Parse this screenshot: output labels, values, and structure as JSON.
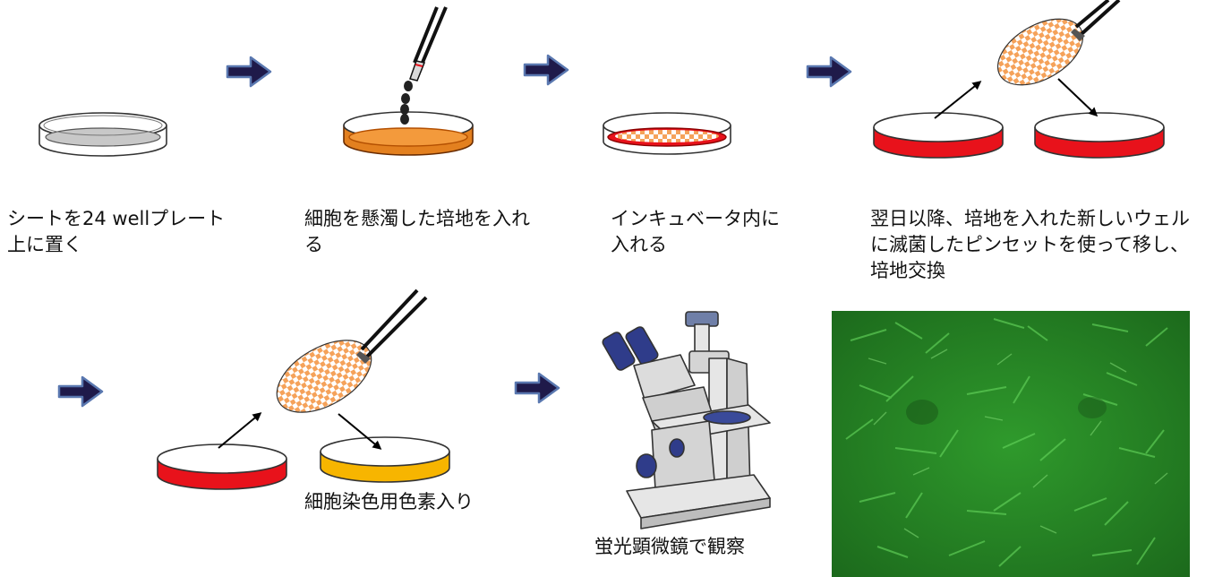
{
  "steps": [
    {
      "label": "シートを24 wellプレート上に置く"
    },
    {
      "label": "細胞を懸濁した培地を入れる"
    },
    {
      "label": "インキュベータ内に入れる"
    },
    {
      "label": "翌日以降、培地を入れた新しいウェルに滅菌したピンセットを使って移し、培地交換"
    },
    {
      "label": "細胞染色用色素入り"
    },
    {
      "label": "蛍光顕微鏡で観察"
    }
  ],
  "colors": {
    "arrow_fill": "#1f1a4a",
    "arrow_outline": "#5a78b0",
    "medium_orange": "#f39a3c",
    "medium_red": "#e8121b",
    "stain_yellow": "#f7b500",
    "sheet_orange": "#f5a25a",
    "fluorescence_green": "#2a8a2a"
  }
}
